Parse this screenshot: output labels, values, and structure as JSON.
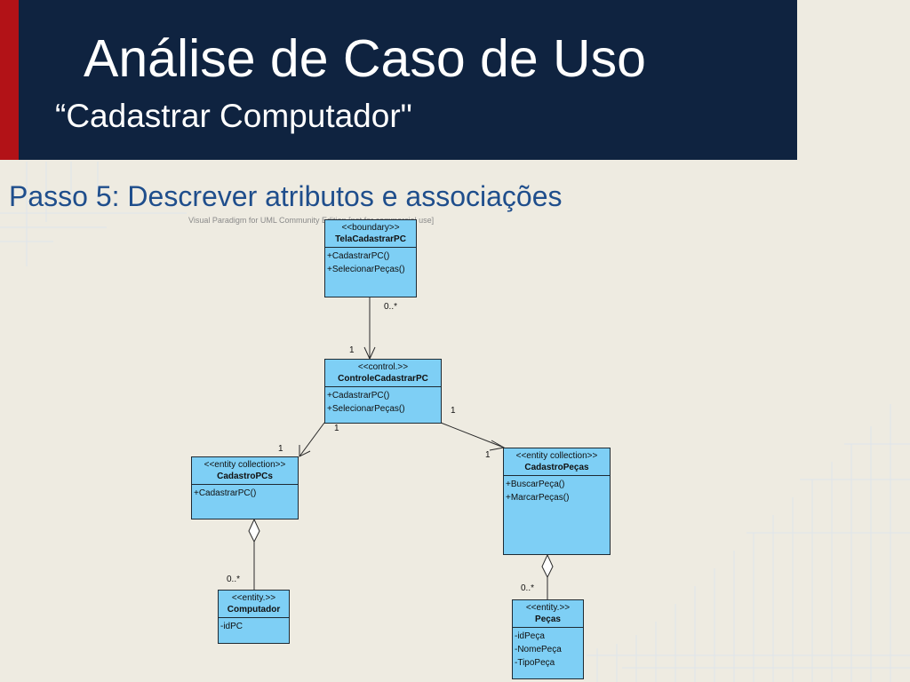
{
  "slide": {
    "title": "Análise de Caso de Uso",
    "subtitle": "“Cadastrar Computador\"",
    "step": "Passo 5: Descrever atributos e associações"
  },
  "watermark": "Visual Paradigm for UML Community Edition [not for commercial use]",
  "colors": {
    "header": "#0f2340",
    "accent": "#b21217",
    "background": "#eeebe1",
    "class_fill": "#7ecff5",
    "heading_text": "#1f4e8c"
  },
  "classes": {
    "tela": {
      "stereotype": "<<boundary>>",
      "name": "TelaCadastrarPC",
      "members": [
        "+CadastrarPC()",
        "+SelecionarPeças()"
      ]
    },
    "controle": {
      "stereotype": "<<control.>>",
      "name": "ControleCadastrarPC",
      "members": [
        "+CadastrarPC()",
        "+SelecionarPeças()"
      ]
    },
    "cadastro_pcs": {
      "stereotype": "<<entity collection>>",
      "name": "CadastroPCs",
      "members": [
        "+CadastrarPC()"
      ]
    },
    "cadastro_pecas": {
      "stereotype": "<<entity collection>>",
      "name": "CadastroPeças",
      "members": [
        "+BuscarPeça()",
        "+MarcarPeças()"
      ]
    },
    "computador": {
      "stereotype": "<<entity.>>",
      "name": "Computador",
      "members": [
        "-idPC"
      ]
    },
    "pecas": {
      "stereotype": "<<entity.>>",
      "name": "Peças",
      "members": [
        "-idPeça",
        "-NomePeça",
        "-TipoPeça"
      ]
    }
  },
  "multiplicities": {
    "tela_side": "0..*",
    "controle_top": "1",
    "controle_left": "1",
    "controle_right": "1",
    "cadastro_pcs_top": "1",
    "cadastro_pecas_left": "1",
    "computador_top": "0..*",
    "pecas_top": "0..*"
  }
}
